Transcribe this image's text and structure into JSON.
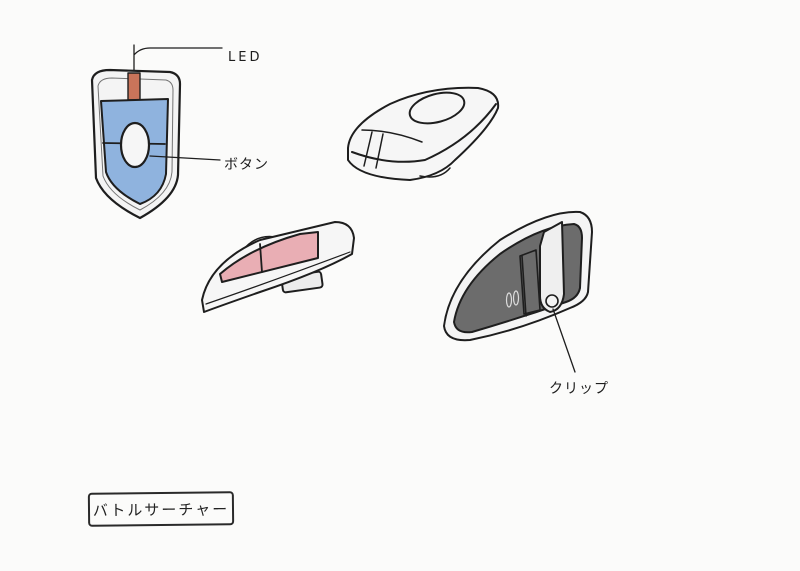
{
  "artwork": {
    "title": "バトルサーチャー",
    "palette": {
      "background": "#fbfbfa",
      "line": "#1e1e1e",
      "body_white": "#f4f4f4",
      "button_blue": "#8fb3de",
      "led_orange": "#c9745a",
      "side_pink": "#e9aeb4",
      "back_gray": "#6c6c6c"
    },
    "views": [
      {
        "name": "front-view",
        "annotations": [
          "LED",
          "ボタン"
        ]
      },
      {
        "name": "top-perspective-view",
        "annotations": []
      },
      {
        "name": "side-view",
        "annotations": []
      },
      {
        "name": "back-view",
        "annotations": [
          "クリップ"
        ]
      }
    ]
  },
  "labels": {
    "led": "LED",
    "button": "ボタン",
    "grip": "クリップ",
    "title": "バトルサーチャー"
  }
}
